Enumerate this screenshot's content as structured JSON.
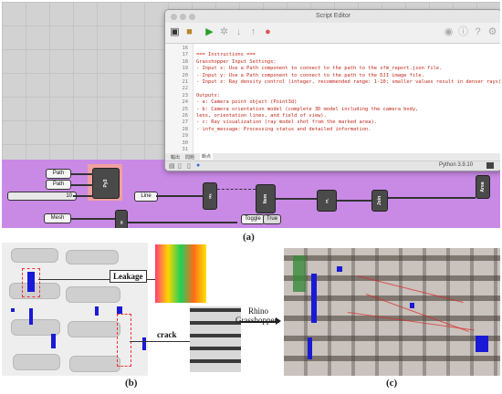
{
  "panel_a": {
    "caption": "(a)",
    "canvas_components": {
      "path_1": "Path",
      "path_2": "Path",
      "number_slider_value": "10",
      "py3_label": "Py3",
      "line_label": "Line",
      "mesh_label": "Mesh",
      "toggle_label": "Toggle",
      "toggle_value": "True",
      "item_label": "Item",
      "area_label": "Area",
      "join_label": "Join"
    },
    "editor": {
      "title": "Script Editor",
      "code_lines": [
        {
          "n": "16",
          "text": ""
        },
        {
          "n": "17",
          "text": "=== Instructions ==="
        },
        {
          "n": "18",
          "text": "Grasshopper Input Settings:"
        },
        {
          "n": "19",
          "text": "- Input x: Use a Path component to connect to the path to the sfm_report.json file."
        },
        {
          "n": "20",
          "text": "- Input y: Use a Path component to connect to the path to the DJI image file."
        },
        {
          "n": "21",
          "text": "- Input z: Ray density control (integer, recommended range: 1-10; smaller values result in denser rays)."
        },
        {
          "n": "22",
          "text": ""
        },
        {
          "n": "23",
          "text": "Outputs:"
        },
        {
          "n": "24",
          "text": "- a: Camera point object (Point3d)"
        },
        {
          "n": "25",
          "text": "- b: Camera orientation model (complete 3D model including the camera body,"
        },
        {
          "n": "26",
          "text": "lens, orientation lines, and field of view)."
        },
        {
          "n": "27",
          "text": "- c: Ray visualization (ray model shot from the marked area)."
        },
        {
          "n": "28",
          "text": "- info_message: Processing status and detailed information."
        },
        {
          "n": "29",
          "text": ""
        },
        {
          "n": "30",
          "text": ""
        },
        {
          "n": "31",
          "text": ""
        }
      ],
      "tabs": [
        "輸出",
        "問題",
        "斷点"
      ],
      "status": "Python 3.9.10"
    }
  },
  "panel_b": {
    "caption": "(b)",
    "leakage_label": "Leakage",
    "crack_label": "crack"
  },
  "panel_c": {
    "caption": "(c)",
    "arrow_label_1": "Rhino",
    "arrow_label_2": "Grasshopper"
  },
  "colors": {
    "group_purple": "#c98ae6",
    "code_red": "#c0281a",
    "defect_blue": "#1a1ad6",
    "dash_red": "#ee3333"
  }
}
